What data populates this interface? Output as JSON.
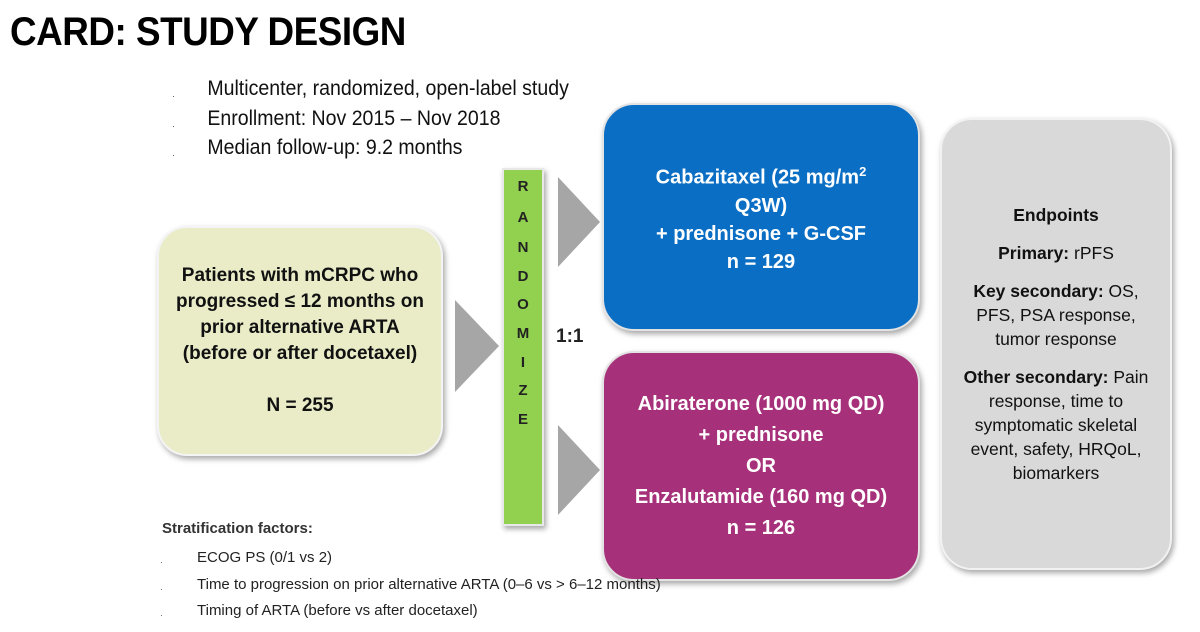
{
  "title": "CARD: STUDY DESIGN",
  "design_points": [
    "Multicenter, randomized, open-label study",
    "Enrollment: Nov 2015 – Nov 2018",
    "Median follow-up: 9.2 months"
  ],
  "bullet_glyph": "·",
  "patients": {
    "lines": [
      "Patients with mCRPC who",
      "progressed ≤ 12 months on",
      "prior alternative ARTA",
      "(before or after docetaxel)"
    ],
    "n": "N = 255"
  },
  "randomize": {
    "letters": [
      "R",
      "A",
      "N",
      "D",
      "O",
      "M",
      "I",
      "Z",
      "E"
    ],
    "ratio": "1:1"
  },
  "arm_cabazitaxel": {
    "line1": "Cabazitaxel (25 mg/m",
    "superscript": "2",
    "line2": "Q3W)",
    "line3": "+ prednisone + G-CSF",
    "n": "n = 129"
  },
  "arm_comparator": {
    "line1": "Abiraterone (1000 mg QD)",
    "line2": "+ prednisone",
    "or": "OR",
    "line3": "Enzalutamide (160 mg QD)",
    "n": "n = 126"
  },
  "endpoints": {
    "heading": "Endpoints",
    "primary_label": "Primary:",
    "primary_value": " rPFS",
    "key_secondary_label": "Key secondary:",
    "key_secondary_value": " OS, PFS, PSA response, tumor response",
    "other_secondary_label": "Other secondary:",
    "other_secondary_value": " Pain response, time to symptomatic skeletal event, safety, HRQoL, biomarkers"
  },
  "stratification": {
    "title": "Stratification factors:",
    "items": [
      "ECOG PS (0/1 vs 2)",
      "Time to progression on prior alternative ARTA (0–6 vs > 6–12 months)",
      "Timing of ARTA (before vs after docetaxel)"
    ]
  },
  "colors": {
    "patients_box": "#e9ecc7",
    "randomize_bar": "#92d050",
    "cabazitaxel_box": "#0a6ec4",
    "comparator_box": "#a63079",
    "endpoints_box": "#d9d9d9",
    "arrow": "#a6a6a6"
  }
}
